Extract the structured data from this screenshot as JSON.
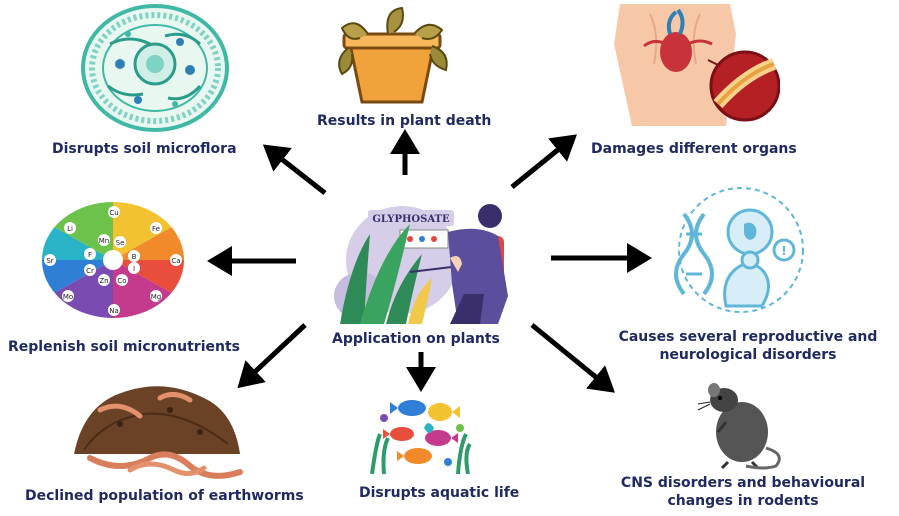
{
  "center": {
    "badge": "GLYPHOSATE",
    "label": "Application on plants"
  },
  "effects": {
    "soil_microflora": "Disrupts soil microflora",
    "plant_death": "Results in plant death",
    "organs": "Damages different organs",
    "micronutrients": "Replenish soil micronutrients",
    "reproductive_line1": "Causes several reproductive and",
    "reproductive_line2": "neurological disorders",
    "earthworms": "Declined population of earthworms",
    "aquatic": "Disrupts aquatic life",
    "rodents_line1": "CNS disorders and behavioural",
    "rodents_line2": "changes in rodents"
  },
  "nutrient_symbols": [
    "Cu",
    "Li",
    "Fe",
    "Mn",
    "Se",
    "Sr",
    "F",
    "Cr",
    "Zn",
    "B",
    "Ca",
    "Mo",
    "Co",
    "I",
    "Mg",
    "Na"
  ],
  "colors": {
    "label_text": "#1f2a63",
    "arrow": "#000000",
    "cell_teal": "#3fb8a6",
    "person_purple": "#5b4e9c",
    "sprayer_red": "#e04646",
    "pot_orange": "#f0a23b",
    "soil_brown": "#6b4226",
    "diagram_blue": "#5fb6d9"
  }
}
